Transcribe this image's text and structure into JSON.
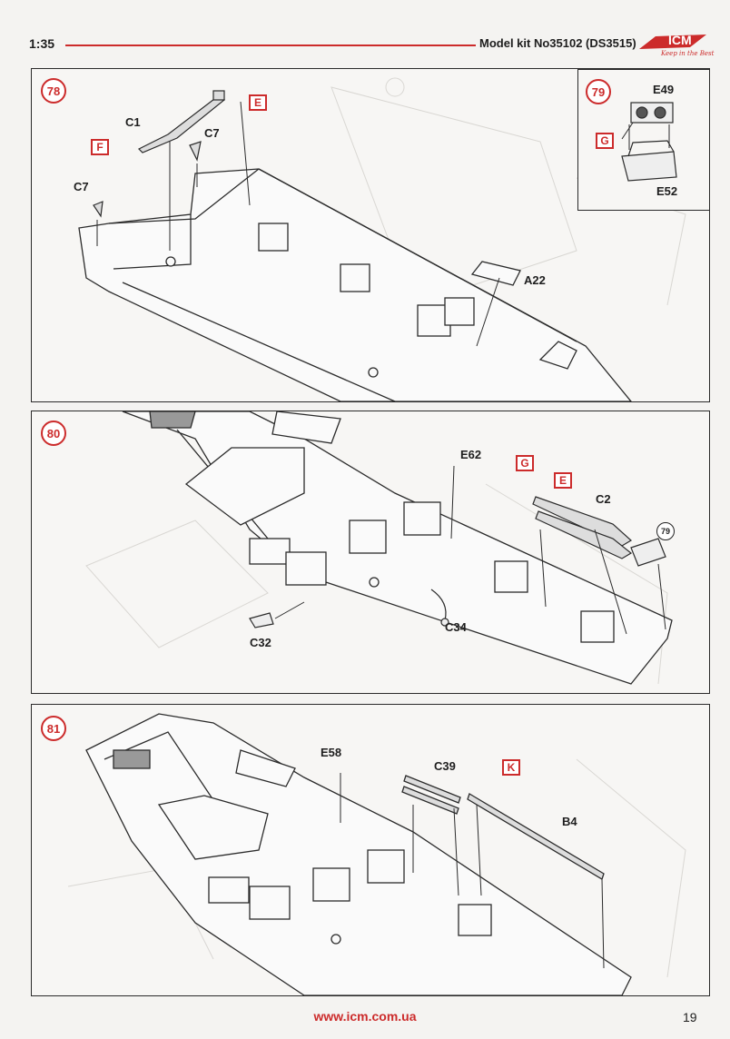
{
  "header": {
    "scale": "1:35",
    "model": "Model kit No35102 (DS3515)",
    "brand": "ICM",
    "brand_tagline": "Keep in the Best",
    "brand_color": "#cc2b2b"
  },
  "steps": {
    "s78": {
      "number": "78",
      "parts": {
        "c1": "C1",
        "c7a": "C7",
        "c7b": "C7",
        "a22": "A22"
      },
      "sprues": {
        "e": "E",
        "f": "F"
      }
    },
    "s79": {
      "number": "79",
      "parts": {
        "e49": "E49",
        "e52": "E52"
      },
      "sprues": {
        "g": "G"
      }
    },
    "s80": {
      "number": "80",
      "ref_step": "79",
      "parts": {
        "e62": "E62",
        "c2": "C2",
        "c32": "C32",
        "c34": "C34"
      },
      "sprues": {
        "g": "G",
        "e": "E"
      }
    },
    "s81": {
      "number": "81",
      "parts": {
        "e58": "E58",
        "c39": "C39",
        "b4": "B4"
      },
      "sprues": {
        "k": "K"
      }
    }
  },
  "footer": {
    "url": "www.icm.com.ua",
    "page": "19"
  }
}
